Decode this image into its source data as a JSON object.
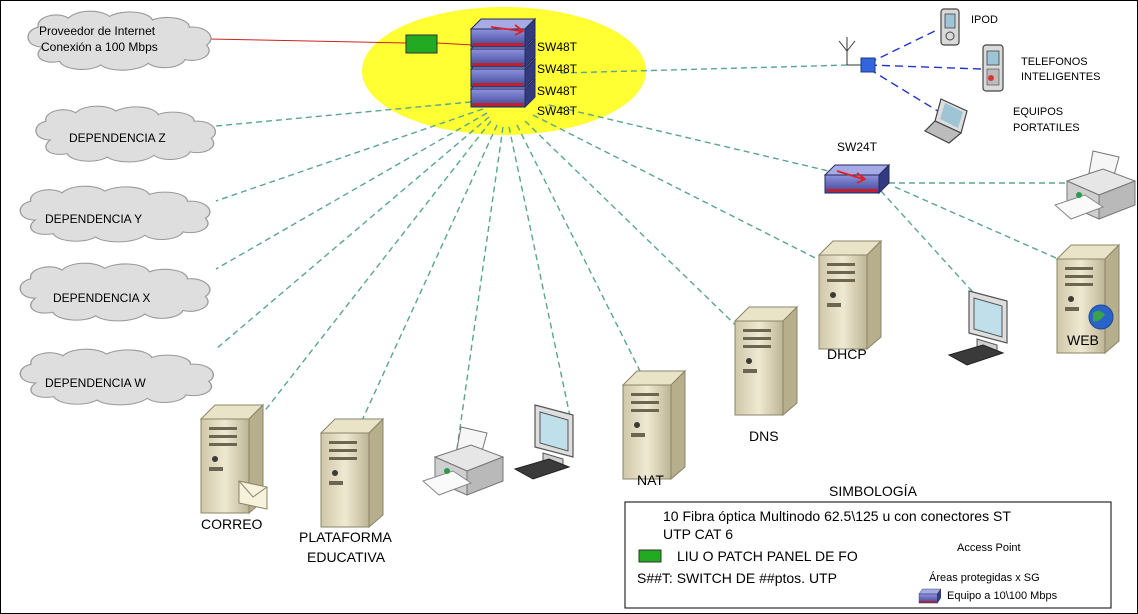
{
  "clouds": {
    "isp_line1": "Proveedor de Internet",
    "isp_line2": "Conexión a 100 Mbps",
    "dep_z": "DEPENDENCIA Z",
    "dep_y": "DEPENDENCIA Y",
    "dep_x": "DEPENDENCIA X",
    "dep_w": "DEPENDENCIA W"
  },
  "core_switch": {
    "labels": [
      "SW48T",
      "SW48T",
      "SW48T",
      "SW48T"
    ]
  },
  "access_switch": {
    "label": "SW24T"
  },
  "wireless": {
    "ipod": "IPOD",
    "phones_line1": "TELEFONOS",
    "phones_line2": "INTELIGENTES",
    "laptops_line1": "EQUIPOS",
    "laptops_line2": "PORTATILES"
  },
  "servers": {
    "correo": "CORREO",
    "plataforma_line1": "PLATAFORMA",
    "plataforma_line2": "EDUCATIVA",
    "nat": "NAT",
    "dns": "DNS",
    "dhcp": "DHCP",
    "web": "WEB"
  },
  "legend": {
    "title": "SIMBOLOGÍA",
    "fiber": "10 Fibra óptica Multinodo 62.5\\125 u con conectores ST",
    "utp": "UTP CAT 6",
    "liu": "LIU O PATCH PANEL DE FO",
    "switch_note": "S##T: SWITCH DE ##ptos. UTP",
    "access_point": "Access Point",
    "areas": "Áreas protegidas x SG",
    "equipo": "Equipo a 10\\100 Mbps"
  },
  "colors": {
    "fiber_line": "#5aa68c",
    "utp_line": "#2233cc",
    "isp_line": "#cc2222",
    "protected_area": "#ffff33",
    "liu": "#22aa22",
    "switch": "#5a62b8",
    "cloud": "#dedede"
  }
}
